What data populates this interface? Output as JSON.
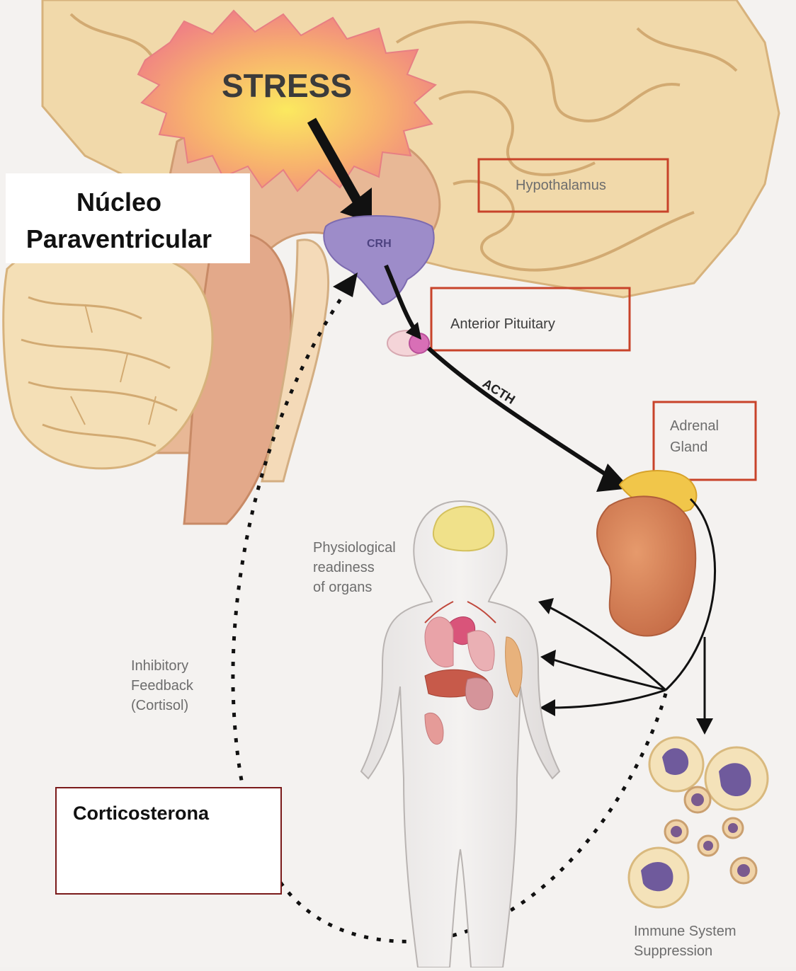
{
  "labels": {
    "stress": "STRESS",
    "nucleo_line1": "Núcleo",
    "nucleo_line2": "Paraventricular",
    "crh": "CRH",
    "hypothalamus": "Hypothalamus",
    "anterior_pituitary": "Anterior Pituitary",
    "acth": "ACTH",
    "adrenal_line1": "Adrenal",
    "adrenal_line2": "Gland",
    "physio_line1": "Physiological",
    "physio_line2": "readiness",
    "physio_line3": "of organs",
    "inhib_line1": "Inhibitory",
    "inhib_line2": "Feedback",
    "inhib_line3": "(Cortisol)",
    "corticosterona": "Corticosterona",
    "immune_line1": "Immune System",
    "immune_line2": "Suppression"
  },
  "colors": {
    "brain": "#f2dcae",
    "brain_outline": "#d8b982",
    "brainstem": "#e6b89a",
    "stress_burst": "#f08a7e",
    "stress_core": "#f7e06a",
    "crh_gland": "#9c8cc8",
    "pituitary": "#d86fb6",
    "adrenal": "#f0c34a",
    "kidney": "#d98557",
    "highlight_box": "#c8432a",
    "corticosterona_box": "#7a1a1a"
  }
}
